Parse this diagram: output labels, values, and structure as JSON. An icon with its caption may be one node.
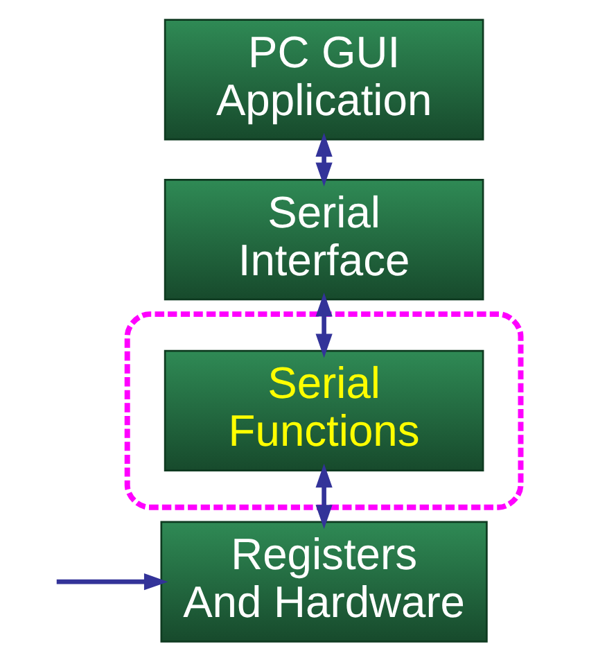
{
  "diagram": {
    "nodes": [
      {
        "text": [
          "PC GUI Application"
        ]
      },
      {
        "text": [
          "Serial Interface"
        ]
      },
      {
        "text": [],
        "shape": "box"
      },
      {
        "text": [
          "Serial Functions"
        ],
        "in": 2
      },
      {
        "text": [
          "Registers And Hardware"
        ]
      }
    ],
    "edges": [
      {
        "from": 0,
        "to": 1,
        "arrow": "both"
      },
      {
        "from": 1,
        "to": 3,
        "arrow": "both"
      },
      {
        "from": 3,
        "to": 4,
        "arrow": "both"
      },
      {
        "from": null,
        "to": 4,
        "arrow": "to"
      }
    ]
  }
}
